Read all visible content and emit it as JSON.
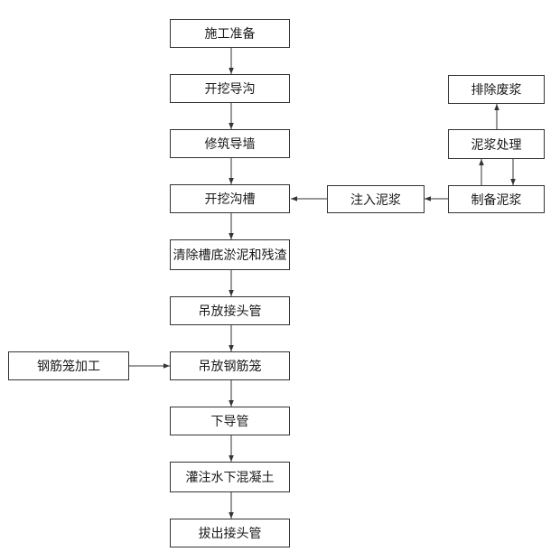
{
  "nodes": {
    "prep": "施工准备",
    "guide_trench": "开挖导沟",
    "guide_wall": "修筑导墙",
    "excavate": "开挖沟槽",
    "clean": "清除槽底淤泥和残渣",
    "hoist_joint": "吊放接头管",
    "hoist_cage": "吊放钢筋笼",
    "tremie": "下导管",
    "pour": "灌注水下混凝土",
    "pull_joint": "拔出接头管",
    "inject": "注入泥浆",
    "make_slurry": "制备泥浆",
    "treat_slurry": "泥浆处理",
    "waste_slurry": "排除废浆",
    "rebar_process": "钢筋笼加工"
  },
  "colors": {
    "line": "#333333",
    "text": "#1a1a1a"
  }
}
